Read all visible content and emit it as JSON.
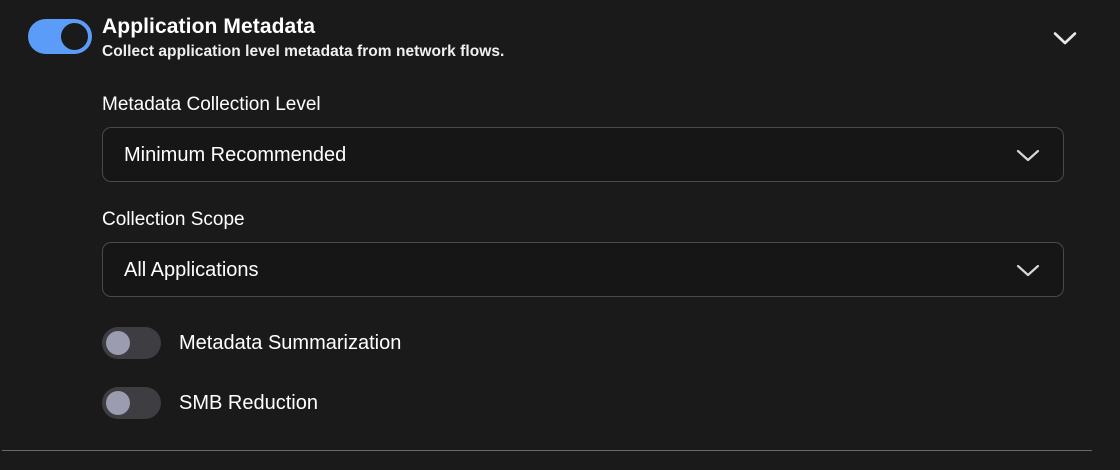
{
  "section": {
    "master_toggle": {
      "name": "application-metadata-toggle",
      "state": "on",
      "accent_color": "#5b9cf8"
    },
    "title": "Application Metadata",
    "subtitle": "Collect application level metadata from network flows.",
    "collapse_icon": "chevron-down-icon"
  },
  "fields": [
    {
      "label": "Metadata Collection Level",
      "value": "Minimum Recommended",
      "icon": "chevron-down-icon"
    },
    {
      "label": "Collection Scope",
      "value": "All Applications",
      "icon": "chevron-down-icon"
    }
  ],
  "toggles": [
    {
      "label": "Metadata Summarization",
      "state": "off"
    },
    {
      "label": "SMB Reduction",
      "state": "off"
    }
  ],
  "colors": {
    "background": "#1a1a1a",
    "field_background": "#161616",
    "field_border": "#4a4a4a",
    "toggle_on": "#5b9cf8",
    "toggle_off_track": "#3d3d42",
    "toggle_off_knob": "#9c9cb0",
    "divider": "#6a6a6a"
  }
}
